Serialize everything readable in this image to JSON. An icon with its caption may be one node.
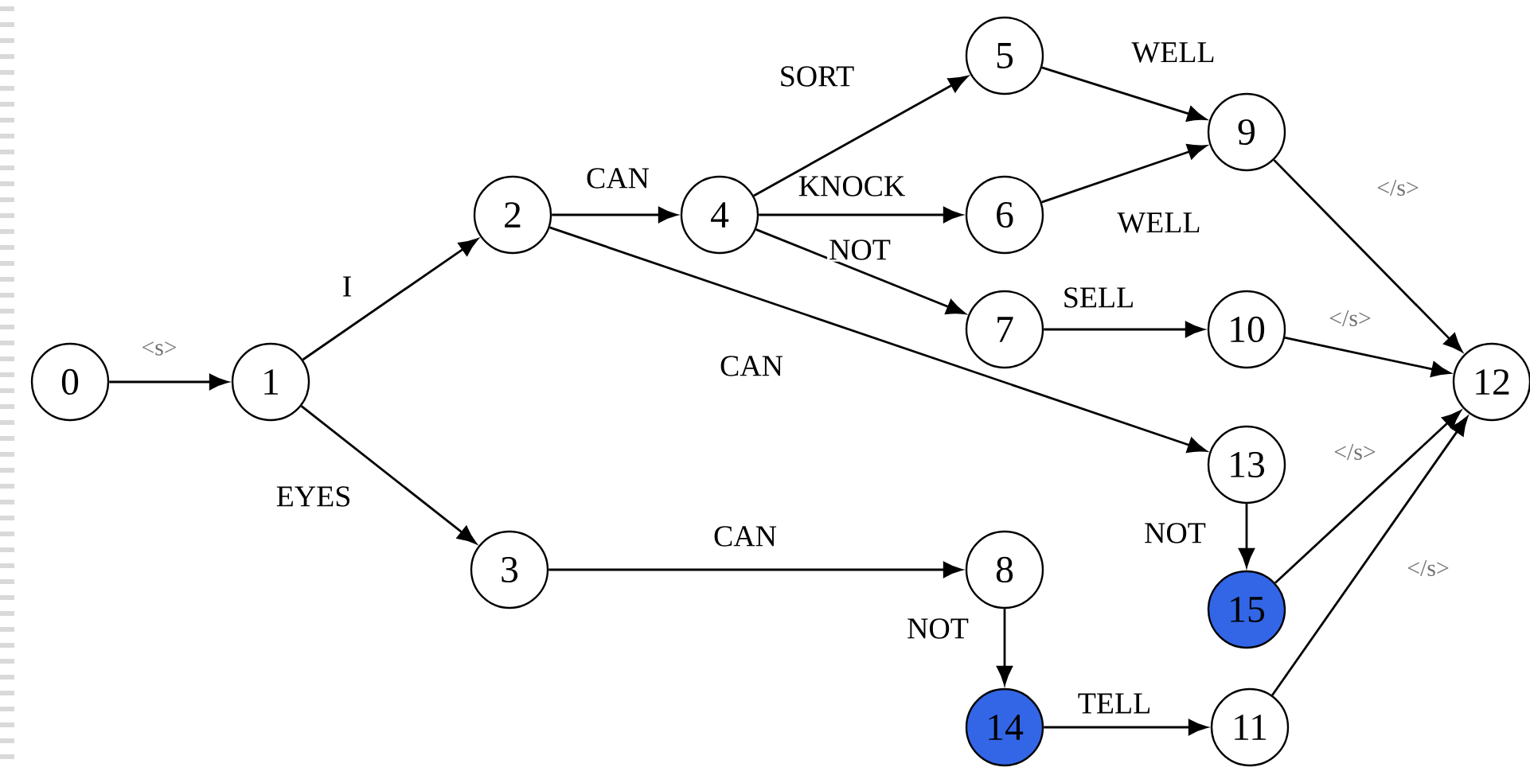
{
  "diagram": {
    "nodes": [
      {
        "text": [
          "0"
        ]
      },
      {
        "text": [
          "1"
        ]
      },
      {
        "text": [
          "2"
        ]
      },
      {
        "text": [
          "3"
        ]
      },
      {
        "text": [
          "4"
        ]
      },
      {
        "text": [
          "5"
        ]
      },
      {
        "text": [
          "6"
        ]
      },
      {
        "text": [
          "7"
        ]
      },
      {
        "text": [
          "8"
        ]
      },
      {
        "text": [
          "9"
        ]
      },
      {
        "text": [
          "10"
        ]
      },
      {
        "text": [
          "11"
        ]
      },
      {
        "text": [
          "12"
        ]
      },
      {
        "text": [
          "13"
        ]
      },
      {
        "text": [
          "14"
        ]
      },
      {
        "text": [
          "15"
        ]
      }
    ],
    "edges": [
      {
        "from": 0,
        "to": 1,
        "arrow": "to",
        "label": "<s>"
      },
      {
        "from": 1,
        "to": 2,
        "arrow": "to",
        "label": "I"
      },
      {
        "from": 1,
        "to": 3,
        "arrow": "to",
        "label": "EYES"
      },
      {
        "from": 2,
        "to": 4,
        "arrow": "to",
        "label": "CAN"
      },
      {
        "from": 2,
        "to": 13,
        "arrow": "to",
        "label": "CAN"
      },
      {
        "from": 3,
        "to": 8,
        "arrow": "to",
        "label": "CAN"
      },
      {
        "from": 4,
        "to": 5,
        "arrow": "to",
        "label": "SORT"
      },
      {
        "from": 4,
        "to": 6,
        "arrow": "to",
        "label": "KNOCK"
      },
      {
        "from": 4,
        "to": 7,
        "arrow": "to",
        "label": "NOT"
      },
      {
        "from": 5,
        "to": 9,
        "arrow": "to",
        "label": "WELL"
      },
      {
        "from": 6,
        "to": 9,
        "arrow": "to",
        "label": "WELL"
      },
      {
        "from": 7,
        "to": 10,
        "arrow": "to",
        "label": "SELL"
      },
      {
        "from": 9,
        "to": 12,
        "arrow": "to",
        "label": "</s>"
      },
      {
        "from": 10,
        "to": 12,
        "arrow": "to",
        "label": "</s>"
      },
      {
        "from": 13,
        "to": 15,
        "arrow": "to",
        "label": "NOT"
      },
      {
        "from": 15,
        "to": 12,
        "arrow": "to",
        "label": "</s>"
      },
      {
        "from": 8,
        "to": 14,
        "arrow": "to",
        "label": "NOT"
      },
      {
        "from": 14,
        "to": 11,
        "arrow": "to",
        "label": "TELL"
      },
      {
        "from": 11,
        "to": 12,
        "arrow": "to",
        "label": "</s>"
      }
    ]
  }
}
